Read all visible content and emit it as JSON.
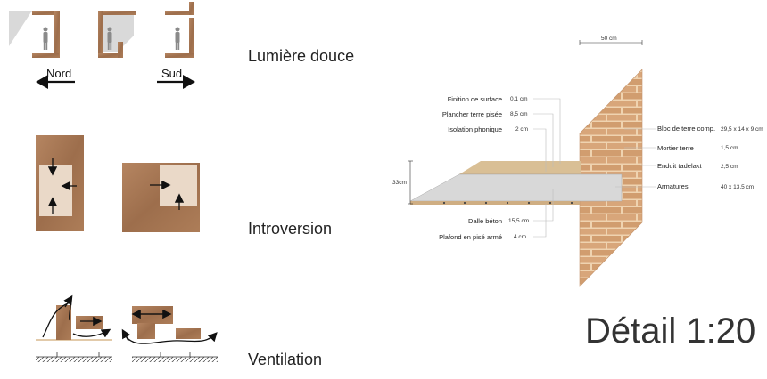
{
  "concepts": {
    "light": {
      "label": "Lumière douce",
      "north_label": "Nord",
      "south_label": "Sud"
    },
    "introversion": {
      "label": "Introversion"
    },
    "ventilation": {
      "label": "Ventilation"
    }
  },
  "detail": {
    "title": "Détail 1:20",
    "width_dim": "50 cm",
    "height_dim": "33cm",
    "floor_notes": [
      {
        "name": "Finition de surface",
        "value": "0,1 cm"
      },
      {
        "name": "Plancher terre pisée",
        "value": "8,5 cm"
      },
      {
        "name": "Isolation phonique",
        "value": "2 cm"
      }
    ],
    "slab_notes": [
      {
        "name": "Dalle béton",
        "value": "15,5 cm"
      },
      {
        "name": "Plafond en pisé armé",
        "value": "4 cm"
      }
    ],
    "wall_notes": [
      {
        "name": "Bloc de terre comp.",
        "value": "29,5 x 14 x 9 cm"
      },
      {
        "name": "Mortier terre",
        "value": "1,5 cm"
      },
      {
        "name": "Enduit tadelakt",
        "value": "2,5 cm"
      },
      {
        "name": "Armatures",
        "value": "40 x 13,5 cm"
      }
    ]
  },
  "colors": {
    "earth": "#a57450",
    "brick": "#d9a879",
    "brick_mortar": "#efd6b5",
    "concrete": "#d6d6d6",
    "floor": "#dcc49c"
  }
}
